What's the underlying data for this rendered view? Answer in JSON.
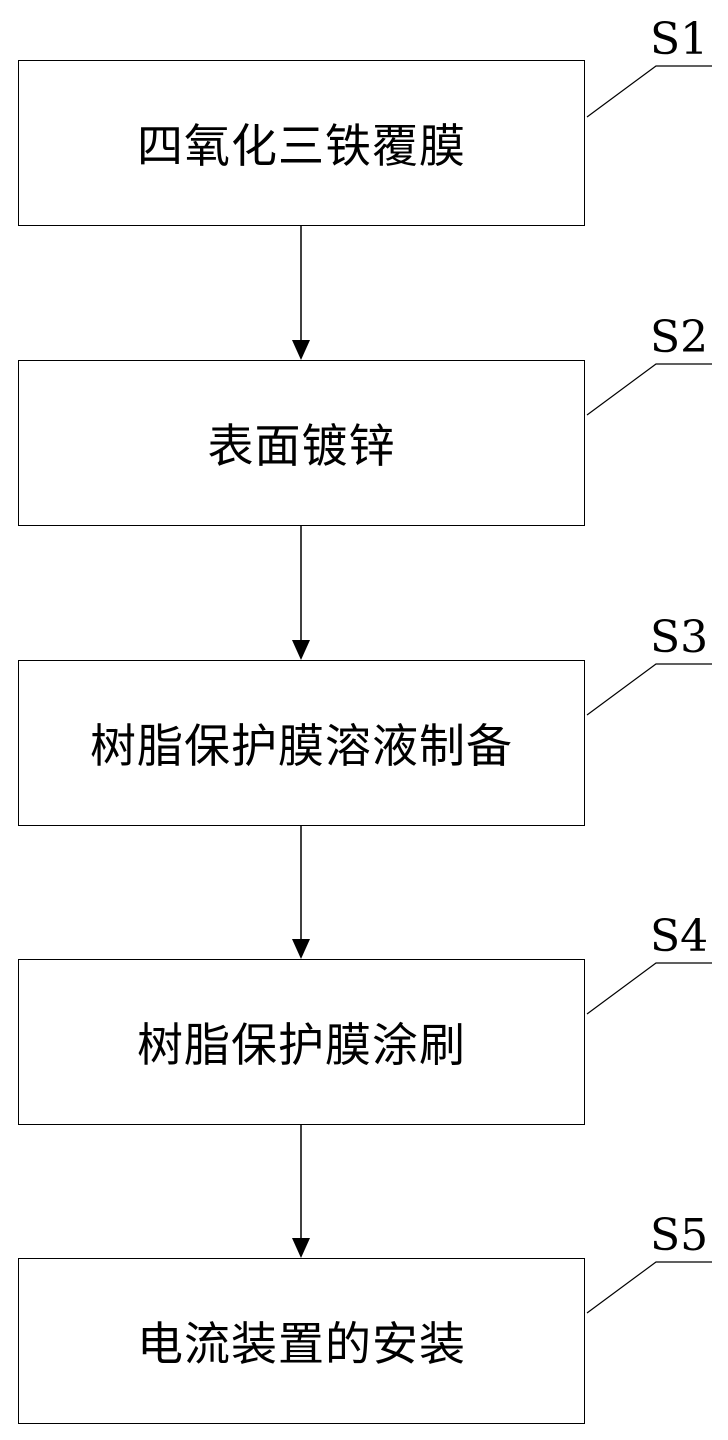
{
  "steps": [
    {
      "label": "S1",
      "text": "四氧化三铁覆膜"
    },
    {
      "label": "S2",
      "text": "表面镀锌"
    },
    {
      "label": "S3",
      "text": "树脂保护膜溶液制备"
    },
    {
      "label": "S4",
      "text": "树脂保护膜涂刷"
    },
    {
      "label": "S5",
      "text": "电流装置的安装"
    }
  ]
}
